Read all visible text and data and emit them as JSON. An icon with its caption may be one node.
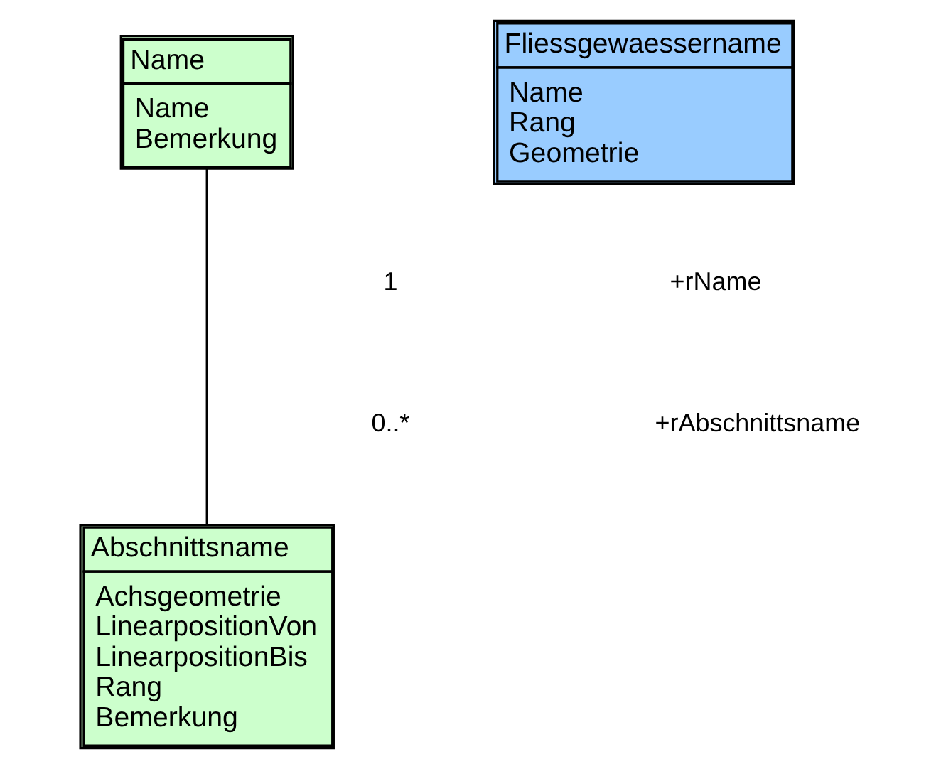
{
  "diagram": {
    "nodes": [
      {
        "text": [
          "Name",
          "Name",
          "Bemerkung"
        ]
      },
      {
        "text": [
          "Fliessgewaessername",
          "Name",
          "Rang",
          "Geometrie"
        ]
      },
      {
        "text": [
          "Abschnittsname",
          "Achsgeometrie",
          "LinearpositionVon",
          "LinearpositionBis",
          "Rang",
          "Bemerkung"
        ]
      }
    ],
    "edges": [
      {
        "from": 0,
        "to": 2,
        "arrow": "none"
      }
    ],
    "labels": [
      "1",
      "+rName",
      "0..*",
      "+rAbschnittsname"
    ]
  }
}
